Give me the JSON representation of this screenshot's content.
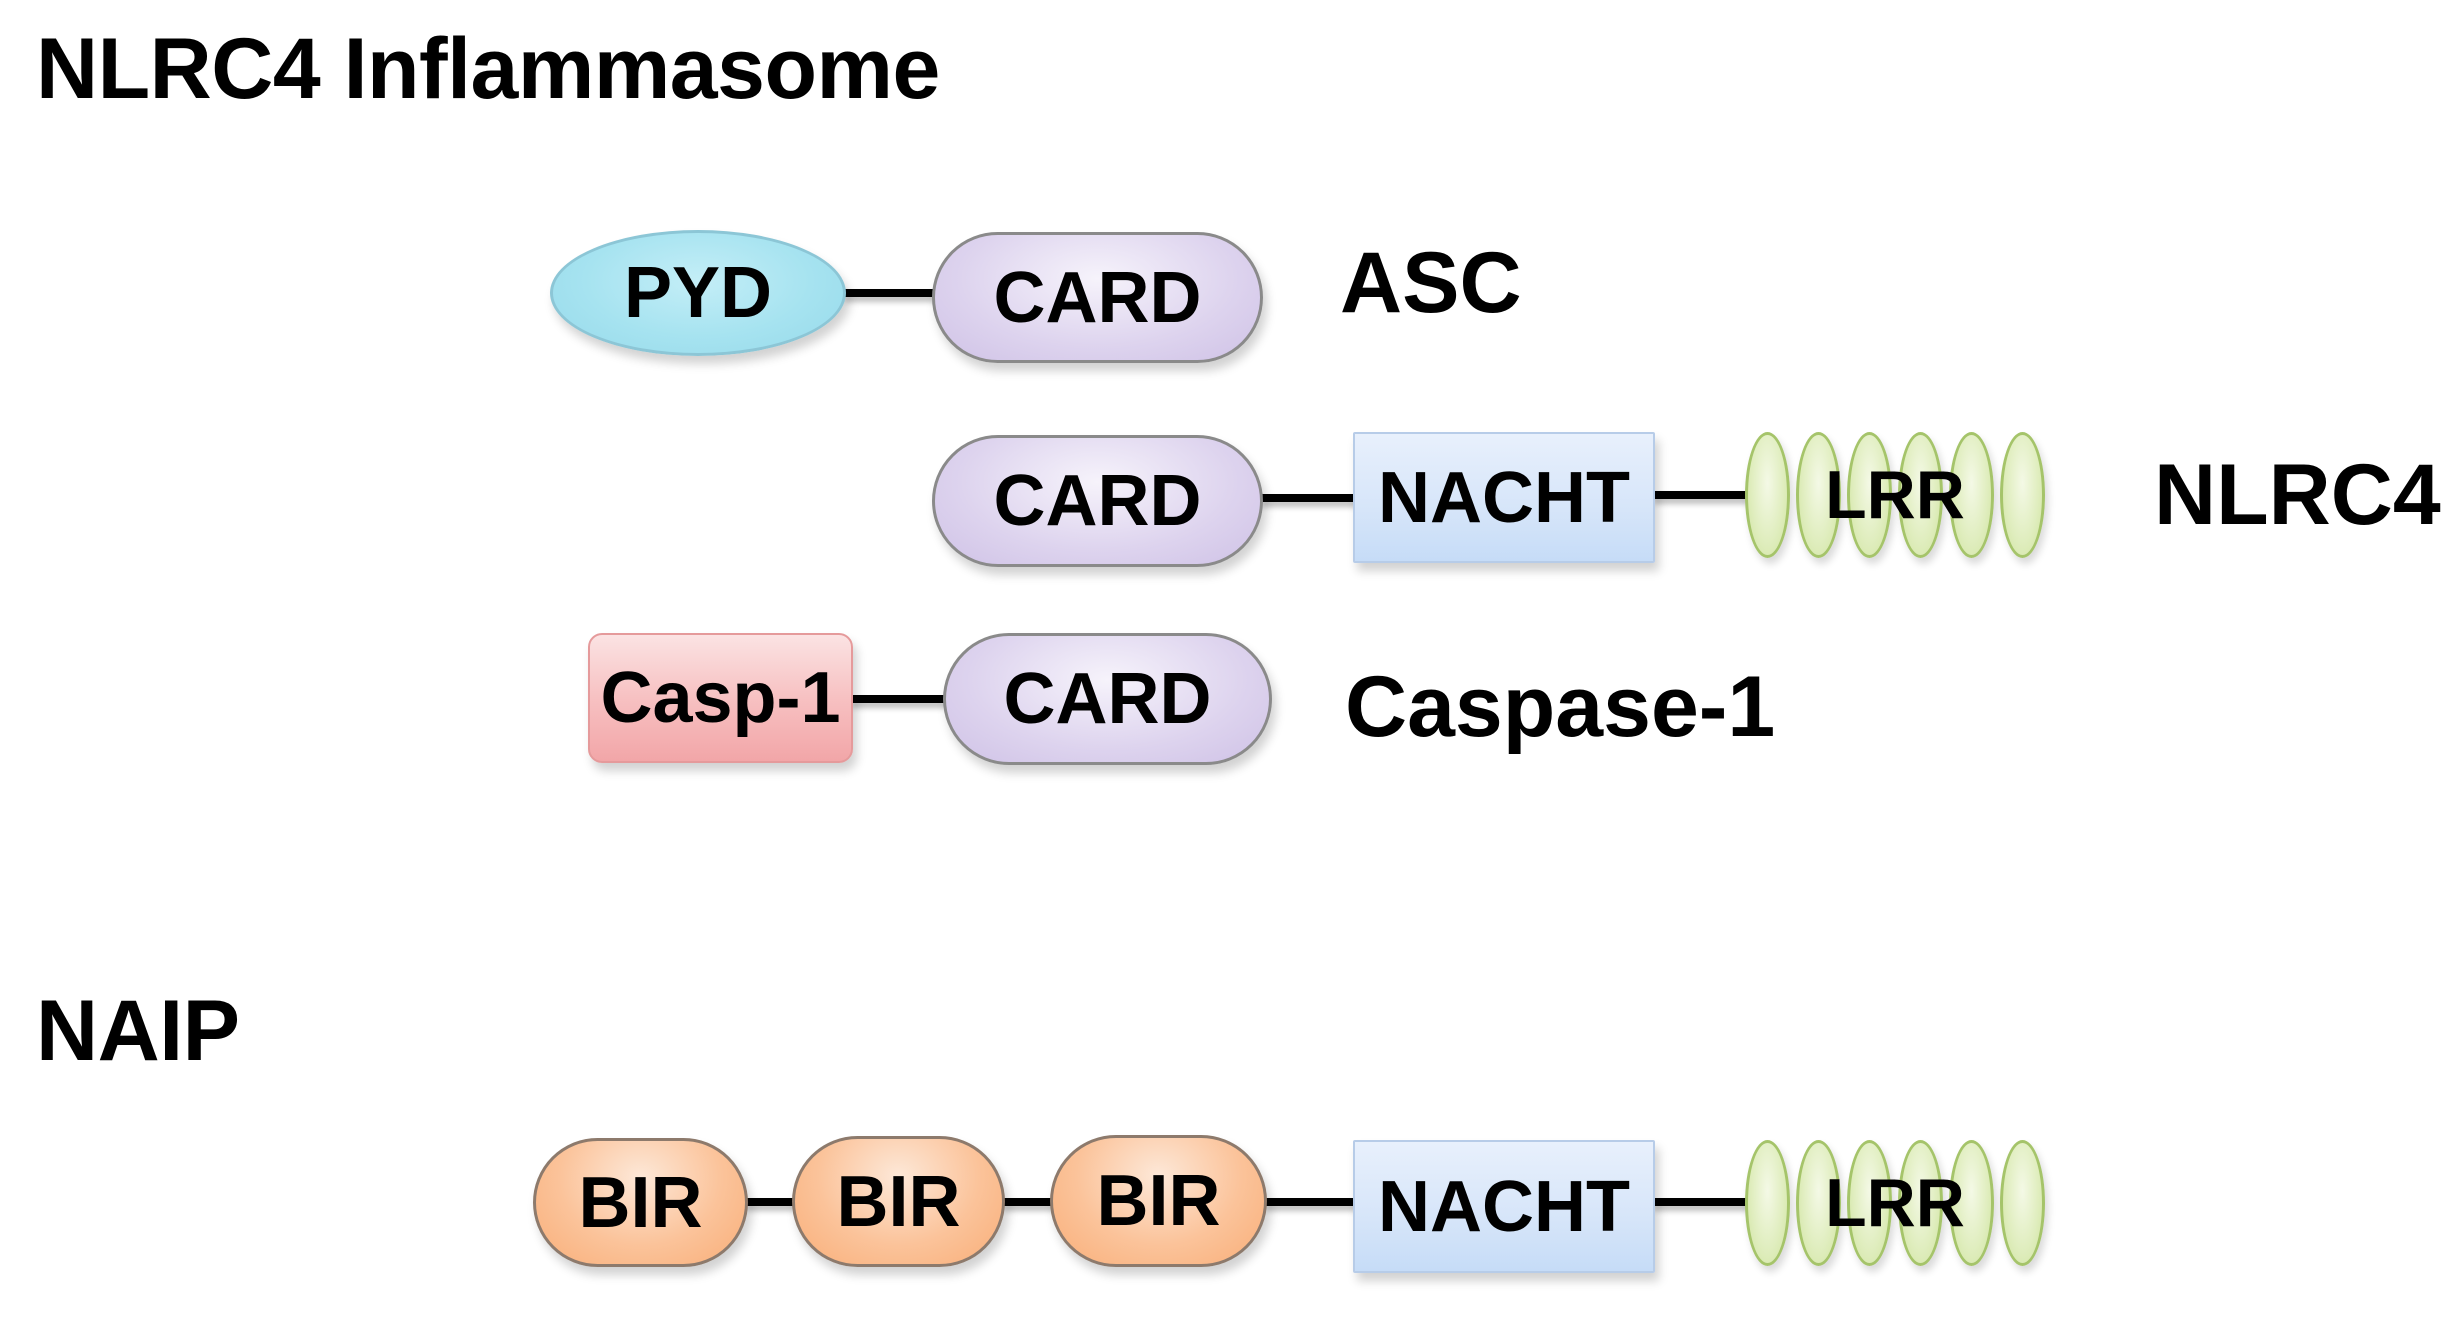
{
  "sections": {
    "inflammasome_title": "NLRC4 Inflammasome",
    "naip_title": "NAIP"
  },
  "proteins": {
    "asc": {
      "name": "ASC",
      "domains": [
        "PYD",
        "CARD"
      ]
    },
    "nlrc4": {
      "name": "NLRC4",
      "domains": [
        "CARD",
        "NACHT",
        "LRR"
      ],
      "lrr_repeat_count": 6
    },
    "caspase1": {
      "name": "Caspase-1",
      "domains": [
        "Casp-1",
        "CARD"
      ]
    },
    "naip": {
      "domains": [
        "BIR",
        "BIR",
        "BIR",
        "NACHT",
        "LRR"
      ],
      "lrr_repeat_count": 6
    }
  },
  "colors": {
    "pyd": "#a6e3f0",
    "card": "#ddd3ee",
    "nacht": "#d6e5f9",
    "lrr": "#dfedbd",
    "casp": "#f7c1c2",
    "bir": "#fbc39a",
    "linker": "#000000"
  }
}
